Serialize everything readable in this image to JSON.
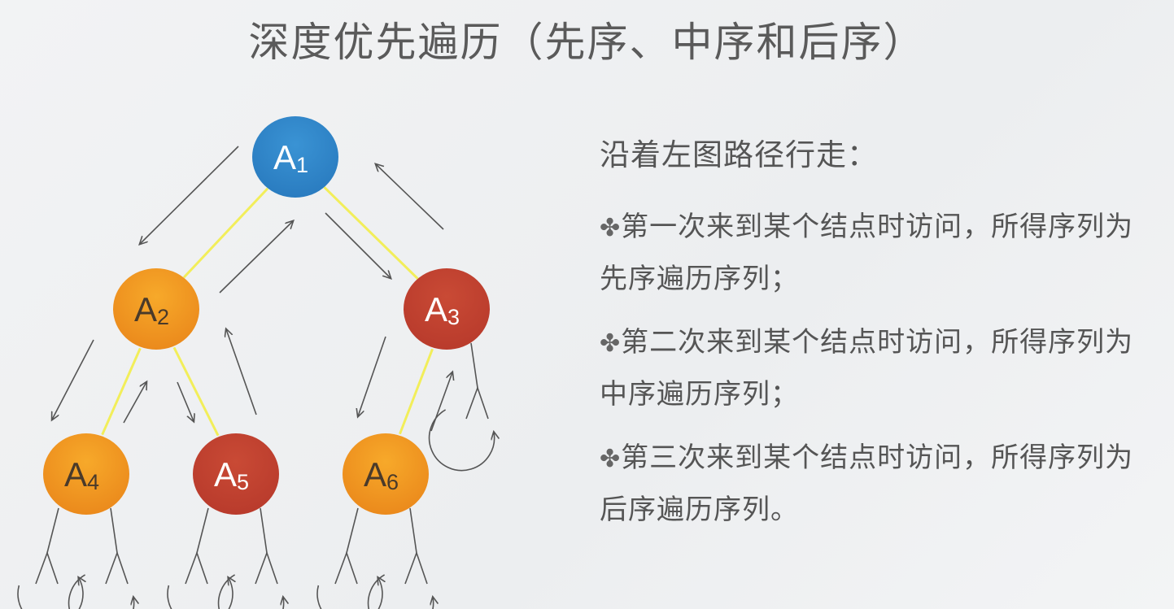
{
  "title": "深度优先遍历（先序、中序和后序）",
  "explanation": {
    "intro": "沿着左图路径行走：",
    "bullet_icon": "clover-bullet-icon",
    "items": [
      {
        "bullet": "✤",
        "text": "第一次来到某个结点时访问，所得序列为先序遍历序列；"
      },
      {
        "bullet": "✤",
        "text": "第二次来到某个结点时访问，所得序列为中序遍历序列；"
      },
      {
        "bullet": "✤",
        "text": "第三次来到某个结点时访问，所得序列为后序遍历序列。"
      }
    ]
  },
  "tree": {
    "nodes": [
      {
        "id": "A1",
        "letter": "A",
        "sub": "1",
        "color": "blue"
      },
      {
        "id": "A2",
        "letter": "A",
        "sub": "2",
        "color": "orange"
      },
      {
        "id": "A3",
        "letter": "A",
        "sub": "3",
        "color": "red"
      },
      {
        "id": "A4",
        "letter": "A",
        "sub": "4",
        "color": "orange"
      },
      {
        "id": "A5",
        "letter": "A",
        "sub": "5",
        "color": "red"
      },
      {
        "id": "A6",
        "letter": "A",
        "sub": "6",
        "color": "orange"
      }
    ],
    "edges": [
      [
        "A1",
        "A2"
      ],
      [
        "A1",
        "A3"
      ],
      [
        "A2",
        "A4"
      ],
      [
        "A2",
        "A5"
      ],
      [
        "A3",
        "A6"
      ]
    ],
    "null_children": [
      [
        "A3",
        "right"
      ],
      [
        "A4",
        "left"
      ],
      [
        "A4",
        "right"
      ],
      [
        "A5",
        "left"
      ],
      [
        "A5",
        "right"
      ],
      [
        "A6",
        "left"
      ],
      [
        "A6",
        "right"
      ]
    ]
  },
  "colors": {
    "blue": "#2f86c9",
    "orange": "#f0951e",
    "red": "#c0402f",
    "edge": "#f2ee5a",
    "arrow": "#555555",
    "text": "#555555"
  }
}
